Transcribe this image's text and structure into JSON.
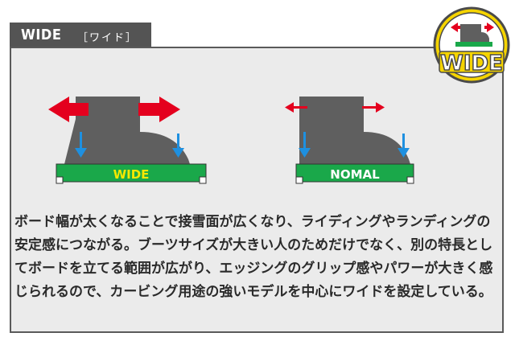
{
  "header": {
    "title": "WIDE",
    "subtitle": "［ワイド］"
  },
  "badge": {
    "label": "WIDE"
  },
  "diagram_wide": {
    "board_label": "WIDE"
  },
  "diagram_normal": {
    "board_label": "NOMAL"
  },
  "description": {
    "text": "ボード幅が太くなることで接雪面が広くなり、ライディングやランディングの安定感につながる。ブーツサイズが大きい人のためだけでなく、別の特長としてボードを立てる範囲が広がり、エッジングのグリップ感やパワーが大きく感じられるので、カービング用途の強いモデルを中心にワイドを設定している。"
  },
  "colors": {
    "accent_red": "#e4001e",
    "arrow_blue": "#1e90e0",
    "board_green": "#1aa84a",
    "badge_yellow": "#f5d400",
    "boot_gray": "#5f5f5f"
  }
}
